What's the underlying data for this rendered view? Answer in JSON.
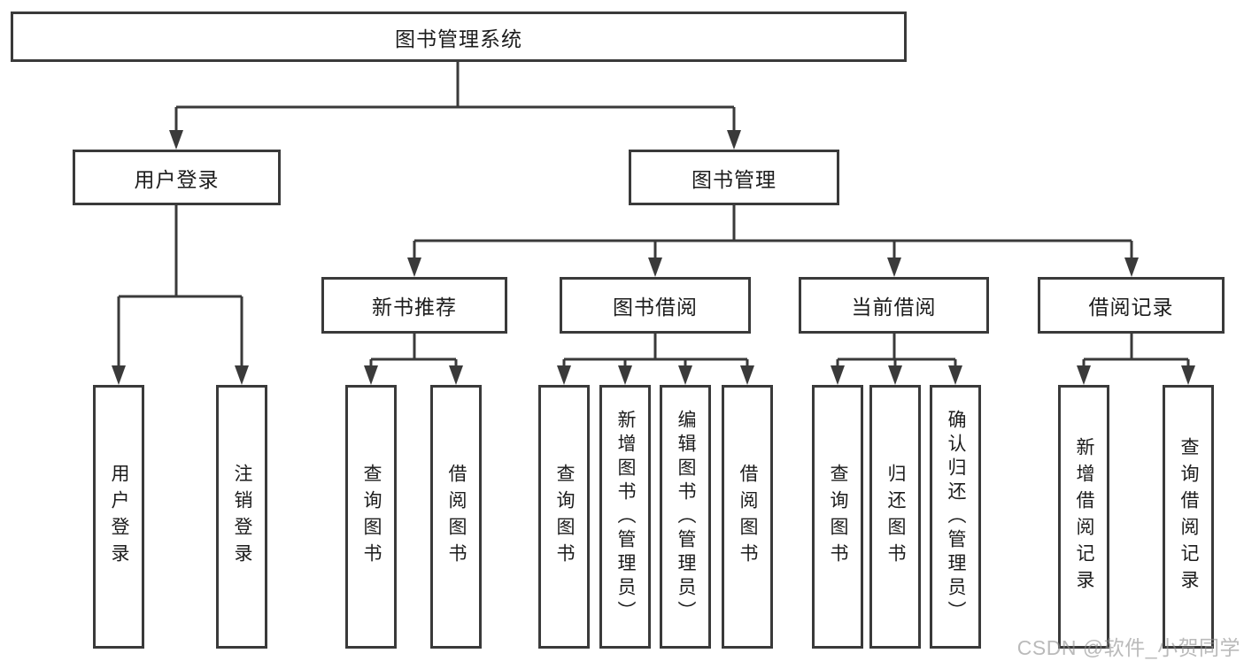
{
  "diagram_type": "tree",
  "tree": {
    "label": "图书管理系统",
    "children": [
      {
        "label": "用户登录",
        "children": [
          {
            "label": "用户登录"
          },
          {
            "label": "注销登录"
          }
        ]
      },
      {
        "label": "图书管理",
        "children": [
          {
            "label": "新书推荐",
            "children": [
              {
                "label": "查询图书"
              },
              {
                "label": "借阅图书"
              }
            ]
          },
          {
            "label": "图书借阅",
            "children": [
              {
                "label": "查询图书"
              },
              {
                "label": "新增图书（管理员）"
              },
              {
                "label": "编辑图书（管理员）"
              },
              {
                "label": "借阅图书"
              }
            ]
          },
          {
            "label": "当前借阅",
            "children": [
              {
                "label": "查询图书"
              },
              {
                "label": "归还图书"
              },
              {
                "label": "确认归还（管理员）"
              }
            ]
          },
          {
            "label": "借阅记录",
            "children": [
              {
                "label": "新增借阅记录"
              },
              {
                "label": "查询借阅记录"
              }
            ]
          }
        ]
      }
    ]
  },
  "colors": {
    "line": "#3a3a3a",
    "text": "#1c1c1c",
    "background": "#ffffff",
    "watermark": "#909090"
  },
  "watermark": "CSDN @软件_小贺同学"
}
